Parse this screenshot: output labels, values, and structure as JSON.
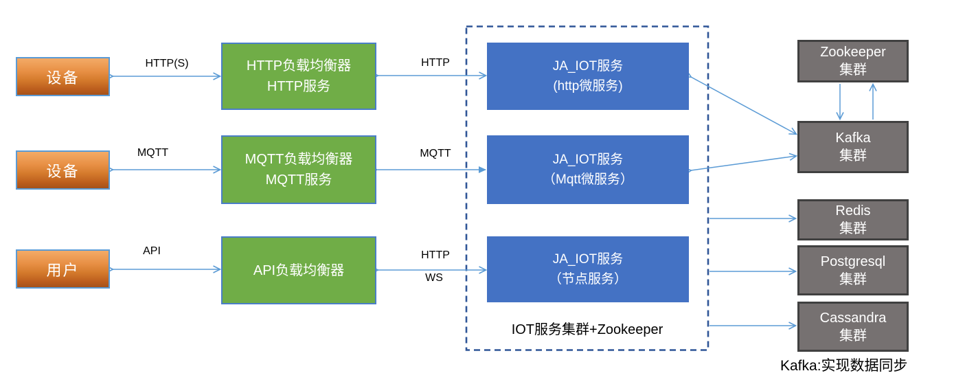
{
  "diagram": {
    "kind": "iot-architecture-diagram",
    "colors": {
      "arrow": "#5b9bd5",
      "dashed_container": "#2f5597",
      "actor_orange_top": "#f3ab67",
      "actor_orange_bottom": "#a5521b",
      "load_balancer_green": "#70ad47",
      "service_blue": "#4472c4",
      "cluster_gray": "#767171",
      "cluster_gray_border": "#404040",
      "text_on_box": "#ffffff",
      "text_label": "#000000"
    },
    "actors": [
      {
        "label": "设备"
      },
      {
        "label": "设备"
      },
      {
        "label": "用户"
      }
    ],
    "load_balancers": [
      {
        "line1": "HTTP负载均衡器",
        "line2": "HTTP服务"
      },
      {
        "line1": "MQTT负载均衡器",
        "line2": "MQTT服务"
      },
      {
        "line1": "API负载均衡器"
      }
    ],
    "iot_cluster": {
      "caption": "IOT服务集群+Zookeeper",
      "services": [
        {
          "line1": "JA_IOT服务",
          "line2": "(http微服务)"
        },
        {
          "line1": "JA_IOT服务",
          "line2": "（Mqtt微服务）"
        },
        {
          "line1": "JA_IOT服务",
          "line2": "（节点服务）"
        }
      ]
    },
    "clusters": [
      {
        "name": "Zookeeper",
        "suffix": "集群"
      },
      {
        "name": "Kafka",
        "suffix": "集群"
      },
      {
        "name": "Redis",
        "suffix": "集群"
      },
      {
        "name": "Postgresql",
        "suffix": "集群"
      },
      {
        "name": "Cassandra",
        "suffix": "集群"
      }
    ],
    "edge_labels": {
      "device_https": "HTTP(S)",
      "lb_http": "HTTP",
      "device_mqtt": "MQTT",
      "lb_mqtt": "MQTT",
      "user_api": "API",
      "lb_http_ws_1": "HTTP",
      "lb_http_ws_2": "WS"
    },
    "footnote": "Kafka:实现数据同步"
  }
}
